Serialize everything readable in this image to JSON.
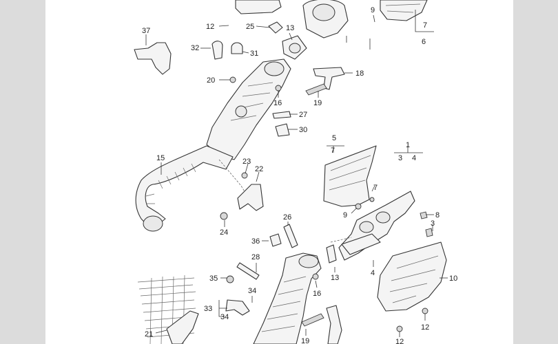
{
  "diagram": {
    "callouts": [
      "1",
      "3",
      "4",
      "3",
      "4",
      "5",
      "6",
      "7",
      "7",
      "7",
      "8",
      "9",
      "9",
      "10",
      "12",
      "12",
      "12",
      "13",
      "13",
      "15",
      "16",
      "16",
      "18",
      "19",
      "19",
      "20",
      "21",
      "22",
      "23",
      "24",
      "25",
      "26",
      "27",
      "28",
      "30",
      "31",
      "32",
      "33",
      "34",
      "34",
      "35",
      "36",
      "37"
    ]
  },
  "colors": {
    "background": "#dcdcdc",
    "sheet": "#ffffff",
    "line": "#333333"
  }
}
